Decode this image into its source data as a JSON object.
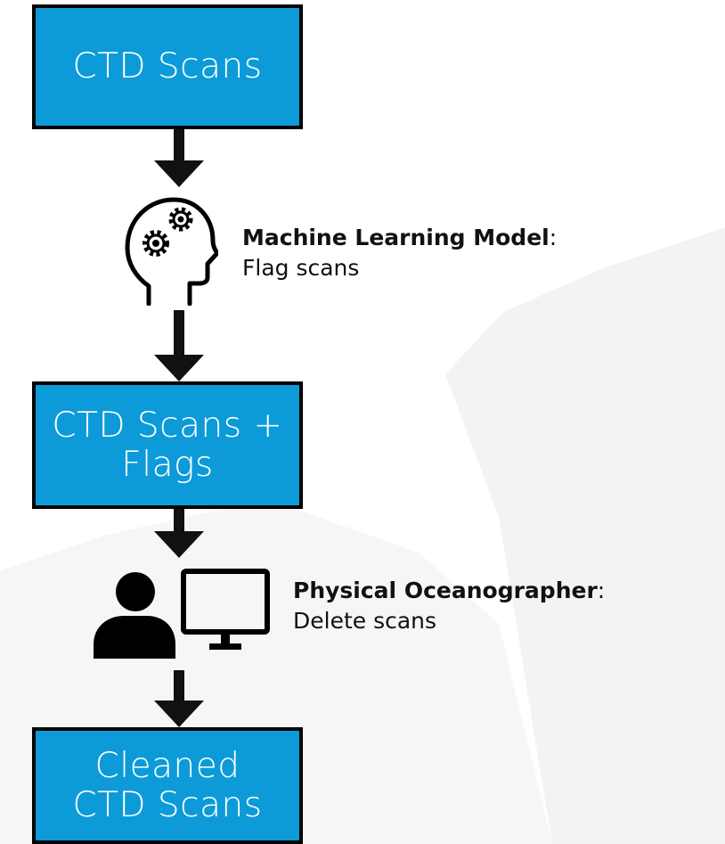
{
  "boxes": {
    "raw": {
      "line1": "CTD Scans"
    },
    "flagged": {
      "line1": "CTD Scans +",
      "line2": "Flags"
    },
    "cleaned": {
      "line1": "Cleaned",
      "line2": "CTD Scans"
    }
  },
  "steps": {
    "ml": {
      "title": "Machine Learning Model",
      "separator": ":",
      "description": "Flag scans",
      "icon": "head-gears-icon"
    },
    "oceanographer": {
      "title": "Physical Oceanographer",
      "separator": ":",
      "description": "Delete scans",
      "icon": "person-computer-icon"
    }
  },
  "colors": {
    "box_fill": "#0c9bd8",
    "box_border": "#000000",
    "arrow": "#111111",
    "text": "#111111",
    "background_watermark": "#f3f3f3"
  }
}
